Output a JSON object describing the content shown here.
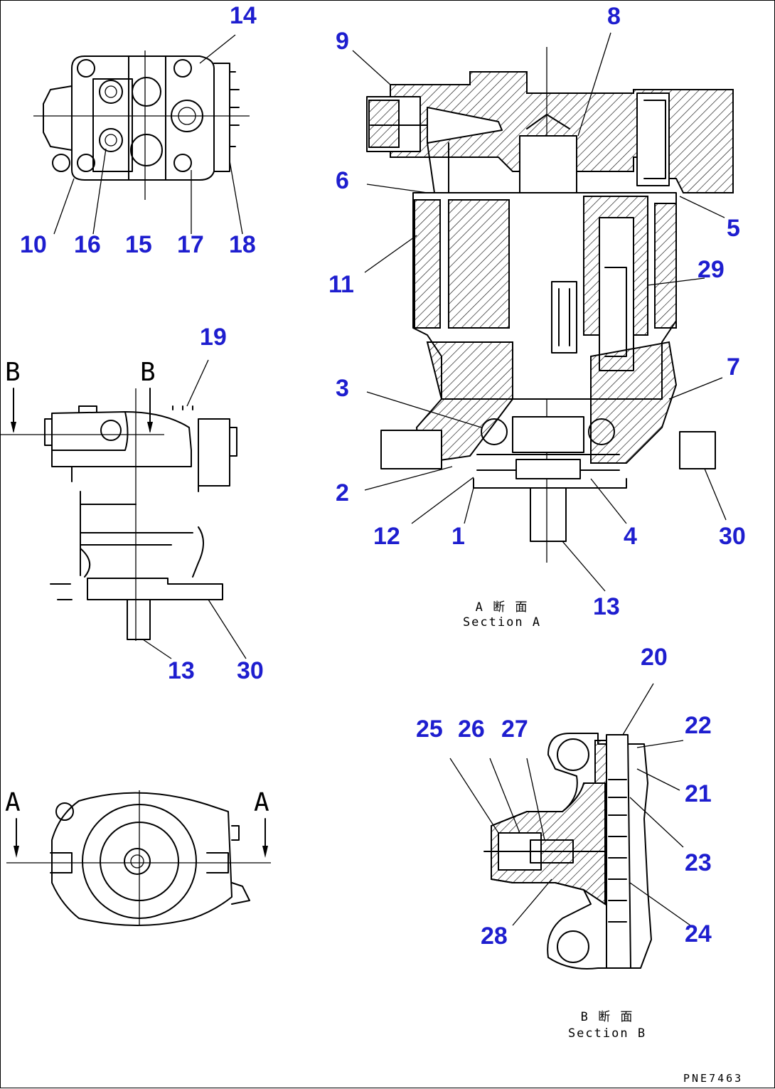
{
  "callouts": {
    "c1": "1",
    "c2": "2",
    "c3": "3",
    "c4": "4",
    "c5": "5",
    "c6": "6",
    "c7": "7",
    "c8": "8",
    "c9": "9",
    "c10": "10",
    "c11": "11",
    "c12": "12",
    "c13a": "13",
    "c13b": "13",
    "c14": "14",
    "c15": "15",
    "c16": "16",
    "c17": "17",
    "c18": "18",
    "c19": "19",
    "c20": "20",
    "c21": "21",
    "c22": "22",
    "c23": "23",
    "c24": "24",
    "c25": "25",
    "c26": "26",
    "c27": "27",
    "c28": "28",
    "c29": "29",
    "c30a": "30",
    "c30b": "30"
  },
  "captions": {
    "section_a_jp": "A 断 面",
    "section_a_en": "Section A",
    "section_b_jp": "B 断 面",
    "section_b_en": "Section B"
  },
  "section_marks": {
    "b_left": "B",
    "b_right": "B",
    "a_left": "A",
    "a_right": "A"
  },
  "drawing_code": "PNE7463",
  "colors": {
    "callout": "#1e1ecf",
    "line": "#000000"
  }
}
